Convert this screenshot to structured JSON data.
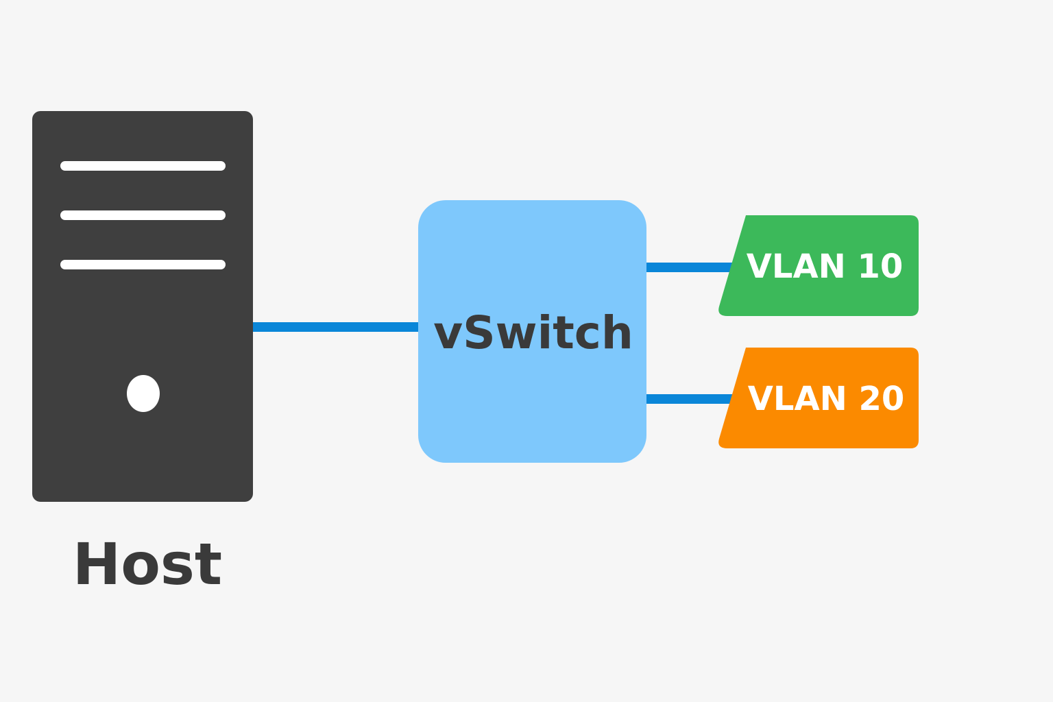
{
  "diagram": {
    "host": {
      "label": "Host",
      "icon": "server-tower-icon",
      "body_color": "#3f3f3f",
      "detail_color": "#ffffff"
    },
    "vswitch": {
      "label": "vSwitch",
      "fill_color": "#7ec8fc",
      "text_color": "#3a3a3a"
    },
    "vlans": [
      {
        "label": "VLAN 10",
        "color": "#3cb95a"
      },
      {
        "label": "VLAN 20",
        "color": "#fb8a00"
      }
    ],
    "link_color": "#0a86d8",
    "background": "#f6f6f6"
  }
}
